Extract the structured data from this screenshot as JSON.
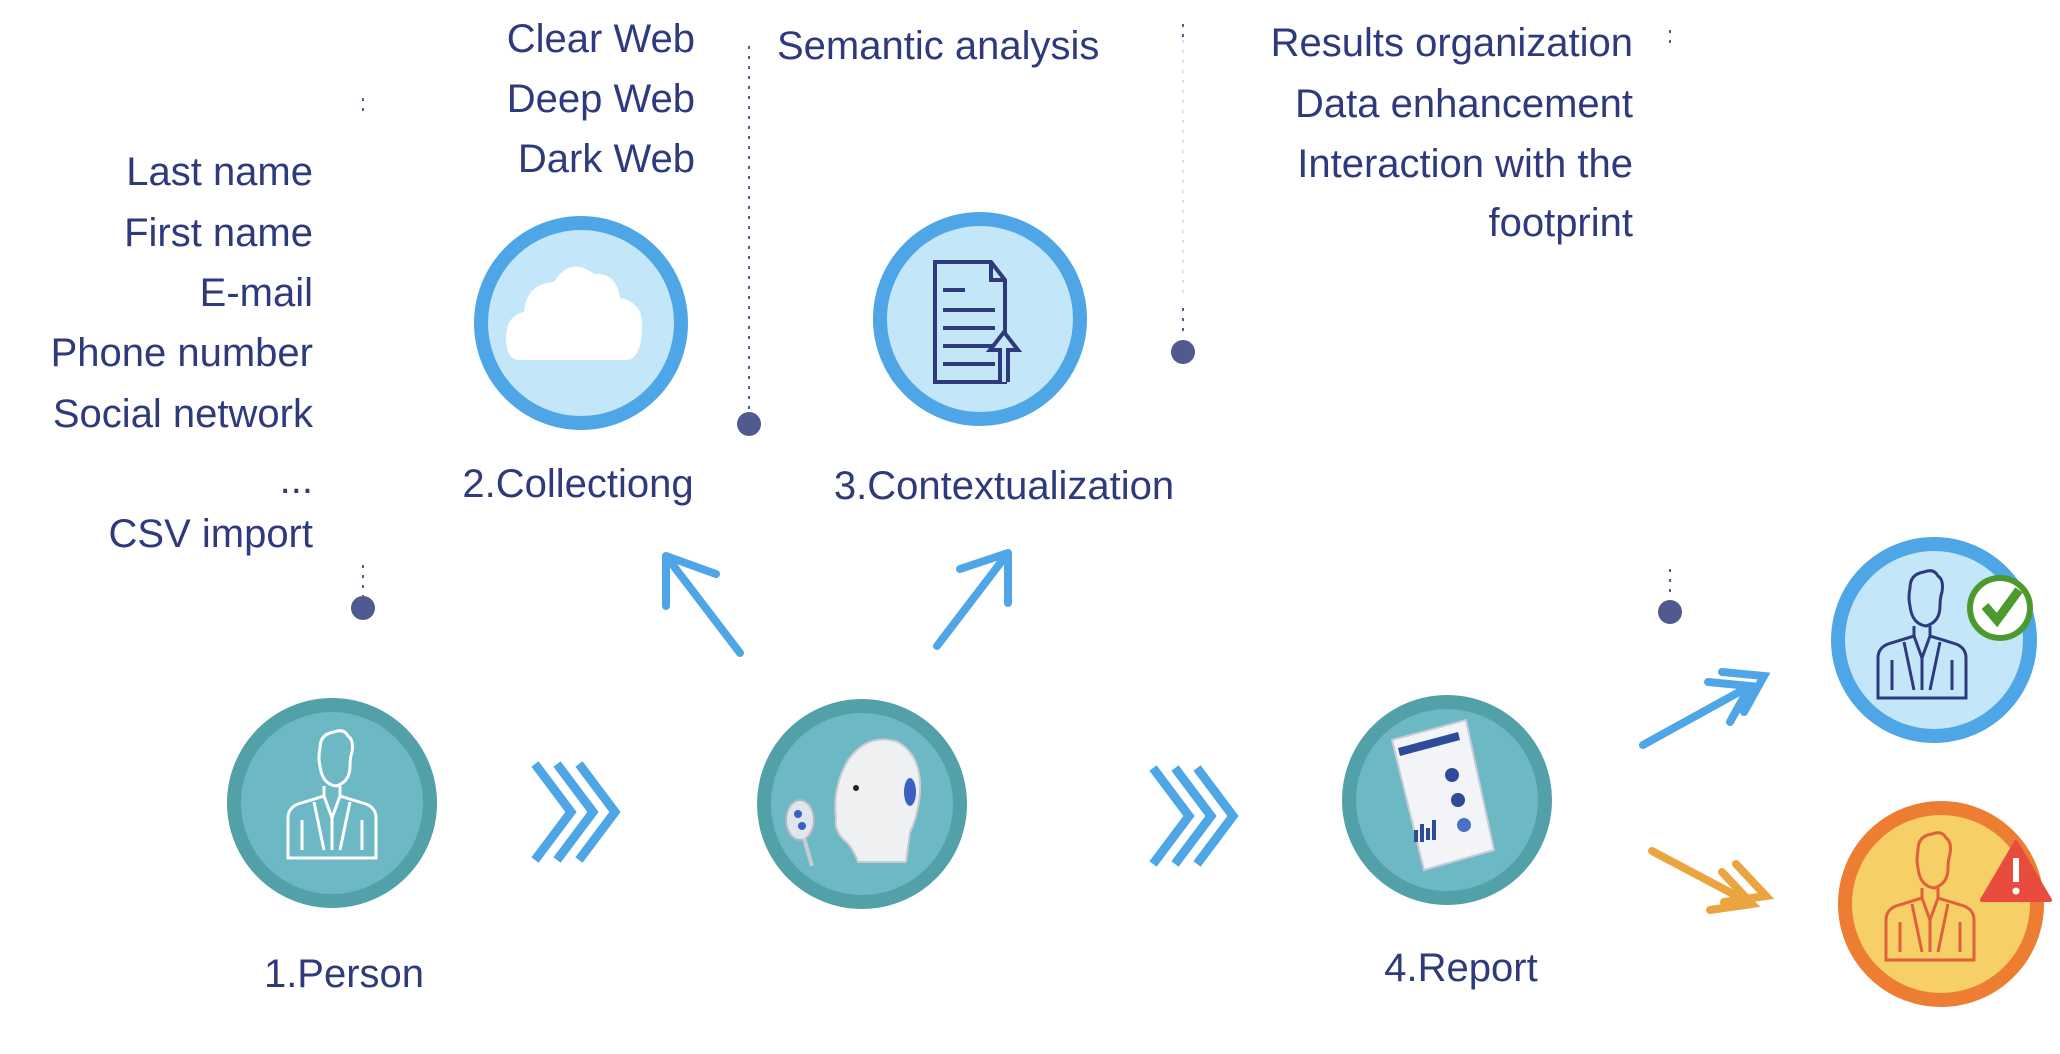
{
  "inputs": {
    "items": [
      "Last name",
      "First name",
      "E-mail",
      "Phone number",
      "Social network",
      "...",
      "CSV import"
    ]
  },
  "sources": {
    "items": [
      "Clear Web",
      "Deep Web",
      "Dark Web"
    ]
  },
  "analysis": {
    "items": [
      "Semantic analysis"
    ]
  },
  "outputs": {
    "items": [
      "Results organization",
      "Data enhancement",
      "Interaction with the",
      "footprint"
    ]
  },
  "steps": {
    "person": "1.Person",
    "collecting": "2.Collectiong",
    "contextualization": "3.Contextualization",
    "report": "4.Report"
  },
  "colors": {
    "text": "#2e3a7c",
    "light_blue": "#4ea6e6",
    "light_blue_fill": "#c4e6f9",
    "teal": "#52a0a8",
    "teal_fill": "#6cb8c5",
    "orange": "#ec7d32",
    "yellow_fill": "#f6cf66",
    "check_green": "#4a9a2d",
    "warning_red": "#e74c3c",
    "dot": "#4f5b8e"
  },
  "icons": [
    "cloud-icon",
    "document-upload-icon",
    "person-icon",
    "robot-icon",
    "report-tablet-icon",
    "person-check-icon",
    "person-warning-icon"
  ]
}
